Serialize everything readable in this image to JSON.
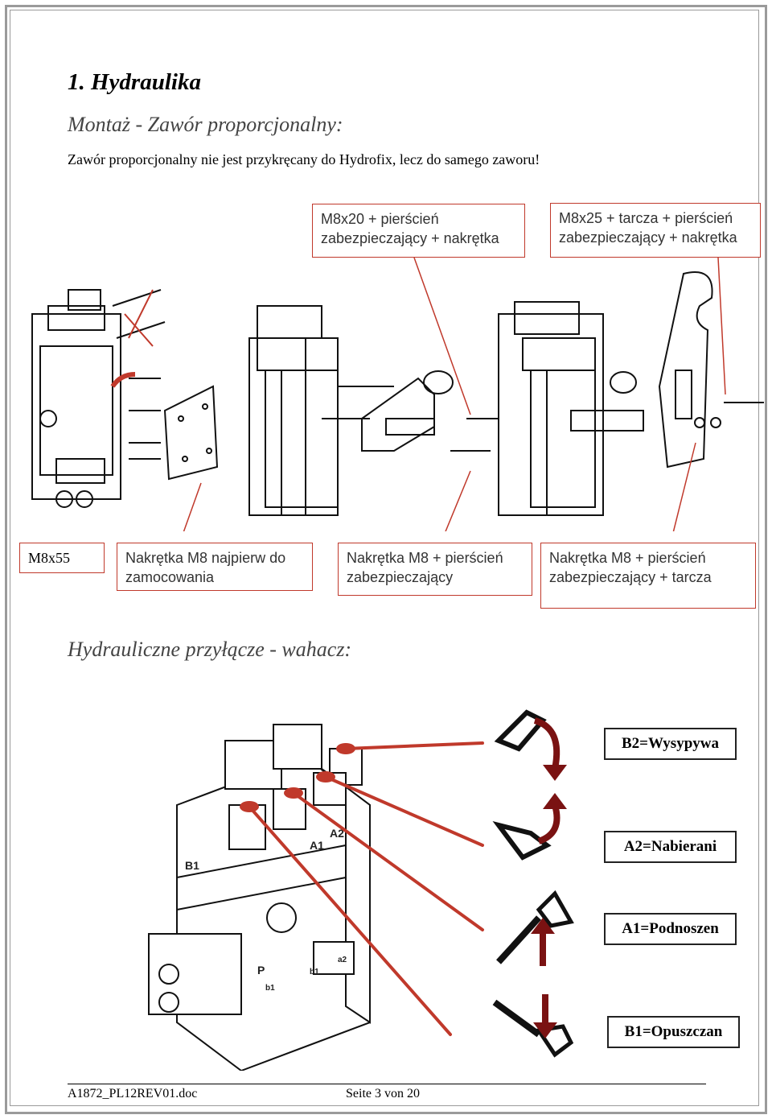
{
  "heading": "1. Hydraulika",
  "section1": {
    "title": "Montaż - Zawór proporcjonalny:",
    "text": "Zawór proporcjonalny nie jest przykręcany do Hydrofix, lecz do samego zaworu!",
    "callouts_top": [
      {
        "l1": "M8x20 + pierścień",
        "l2": "zabezpieczający + nakrętka"
      },
      {
        "l1": "M8x25 + tarcza + pierścień",
        "l2": "zabezpieczający + nakrętka"
      }
    ],
    "callouts_bottom": [
      {
        "l1": "M8x55",
        "l2": ""
      },
      {
        "l1": "Nakrętka M8 najpierw do",
        "l2": "zamocowania"
      },
      {
        "l1": "Nakrętka M8 + pierścień",
        "l2": "zabezpieczający"
      },
      {
        "l1": "Nakrętka M8 + pierścień",
        "l2": "zabezpieczający + tarcza"
      }
    ]
  },
  "section2": {
    "title": "Hydrauliczne przyłącze - wahacz:",
    "legend": [
      "B2=Wysypywa",
      "A2=Nabierani",
      "A1=Podnoszen",
      "B1=Opuszczan"
    ],
    "port_labels": [
      "B1",
      "A1",
      "A2",
      "P",
      "b1",
      "b1",
      "a2"
    ]
  },
  "footer": {
    "doc": "A1872_PL12REV01.doc",
    "page": "Seite 3 von 20"
  },
  "colors": {
    "accent": "#c0392b",
    "arrow": "#7a1212",
    "frame": "#9a9a9a"
  }
}
